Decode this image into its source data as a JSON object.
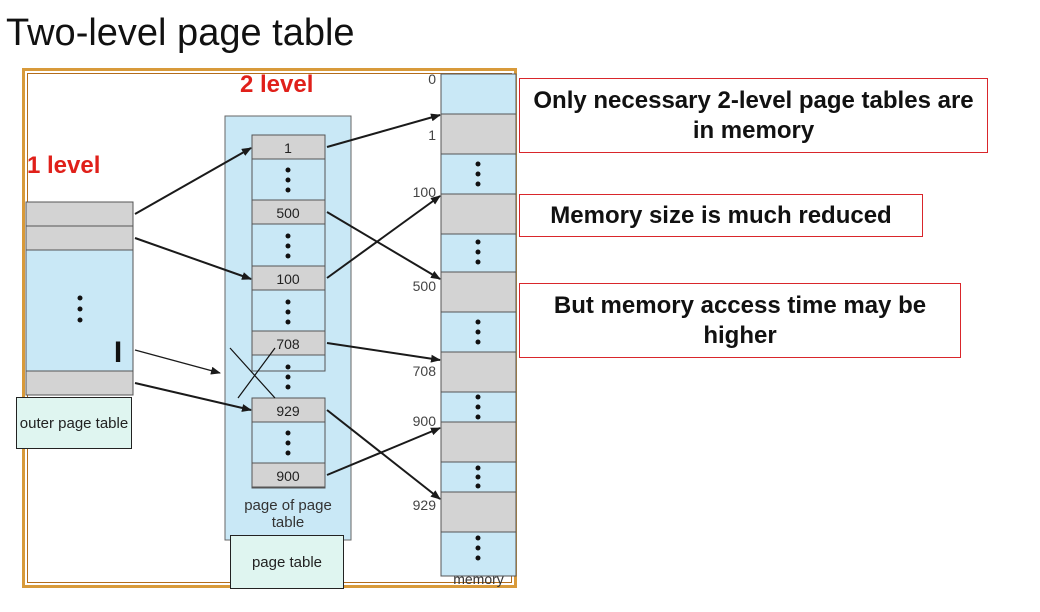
{
  "title": "Two-level page table",
  "labels": {
    "level1": "1 level",
    "level2": "2 level",
    "outer_caption": "outer page table",
    "page_of_page_table": "page of page table",
    "page_table": "page table",
    "memory": "memory",
    "cursor_glyph": "I"
  },
  "callouts": [
    "Only necessary 2-level page tables are in memory",
    "Memory size is much reduced",
    "But memory access time may be higher"
  ],
  "page_table_entries": [
    "1",
    "500",
    "100",
    "708",
    "929",
    "900"
  ],
  "memory_markers": [
    "0",
    "1",
    "100",
    "500",
    "708",
    "900",
    "929"
  ],
  "colors": {
    "table_fill": "#c9e8f6",
    "entry_fill": "#d3d3d3",
    "accent_red": "#e0201a",
    "frame": "#d89a3a"
  }
}
